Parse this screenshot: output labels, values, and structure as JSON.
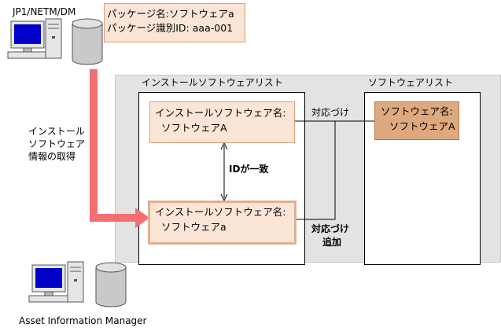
{
  "top_server": {
    "label": "JP1/NETM/DM",
    "icon": "computer-with-database"
  },
  "package_info": {
    "line1": "パッケージ名:ソフトウェアa",
    "line2": "パッケージ識別ID: aaa-001",
    "fill": "#fbe5d6"
  },
  "acquire_label": {
    "line1": "インストール",
    "line2": "ソフトウェア",
    "line3": "情報の取得"
  },
  "installed_list": {
    "title": "インストールソフトウェアリスト",
    "entry1": {
      "line1": "インストールソフトウェア名:",
      "line2": "ソフトウェアA"
    },
    "entry2": {
      "line1": "インストールソフトウェア名:",
      "line2": "ソフトウェアa"
    }
  },
  "software_list": {
    "title": "ソフトウェアリスト",
    "entry": {
      "line1": "ソフトウェア名:",
      "line2": "ソフトウェアA",
      "fill": "#dea97e"
    }
  },
  "connector_labels": {
    "link": "対応づけ",
    "id_match": "IDが一致",
    "add_link_line1": "対応づけ",
    "add_link_line2": "追加"
  },
  "bottom_server": {
    "label": "Asset Information Manager",
    "icon": "computer-with-database"
  },
  "colors": {
    "arrow": "#f47070",
    "gray_area": "#e3e3e3",
    "peach": "#fbe5d6",
    "tan": "#dea97e"
  }
}
